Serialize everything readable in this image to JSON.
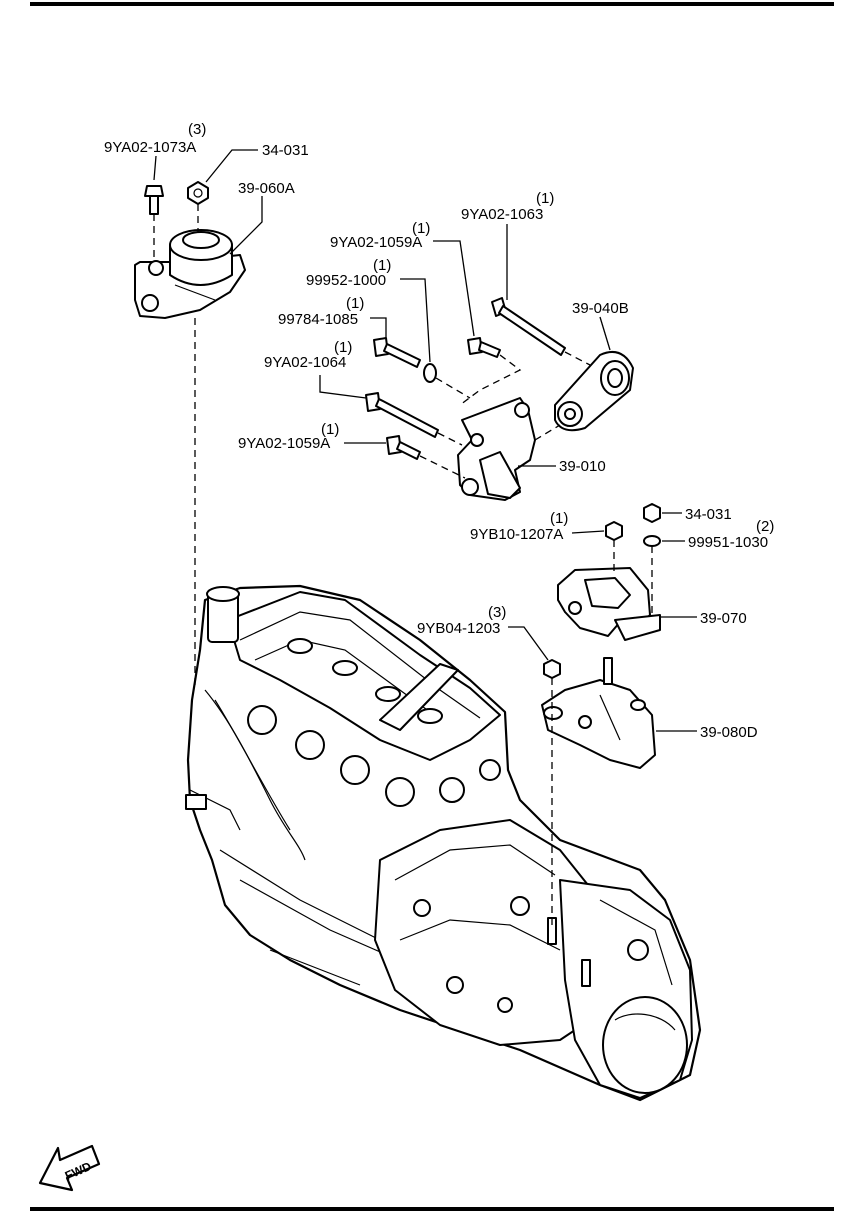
{
  "parts": {
    "bolt_9ya02_1073a": {
      "code": "9YA02-1073A",
      "qty": "(3)"
    },
    "nut_34_031_top": {
      "code": "34-031"
    },
    "mount_39_060a": {
      "code": "39-060A"
    },
    "bolt_9ya02_1063": {
      "code": "9YA02-1063",
      "qty": "(1)"
    },
    "bolt_9ya02_1059a_upper": {
      "code": "9YA02-1059A",
      "qty": "(1)"
    },
    "washer_99952_1000": {
      "code": "99952-1000",
      "qty": "(1)"
    },
    "bolt_99784_1085": {
      "code": "99784-1085",
      "qty": "(1)"
    },
    "mount_39_040b": {
      "code": "39-040B"
    },
    "bolt_9ya02_1064": {
      "code": "9YA02-1064",
      "qty": "(1)"
    },
    "bolt_9ya02_1059a_lower": {
      "code": "9YA02-1059A",
      "qty": "(1)"
    },
    "bracket_39_010": {
      "code": "39-010"
    },
    "nut_34_031_right": {
      "code": "34-031"
    },
    "nut_9yb10_1207a": {
      "code": "9YB10-1207A",
      "qty": "(1)"
    },
    "washer_99951_1030": {
      "code": "99951-1030",
      "qty": "(2)"
    },
    "mount_39_070": {
      "code": "39-070"
    },
    "nut_9yb04_1203": {
      "code": "9YB04-1203",
      "qty": "(3)"
    },
    "bracket_39_080d": {
      "code": "39-080D"
    }
  },
  "fwd_label": "FWD"
}
